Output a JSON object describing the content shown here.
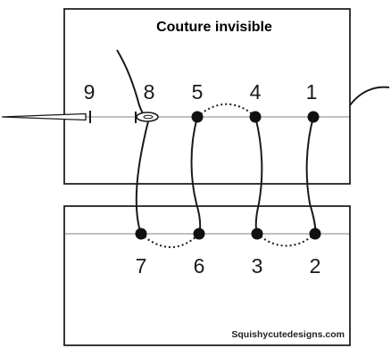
{
  "diagram": {
    "title": "Couture invisible",
    "credit": "Squishycutedesigns.com",
    "labels": {
      "top": [
        "9",
        "8",
        "5",
        "4",
        "1"
      ],
      "bottom": [
        "7",
        "6",
        "3",
        "2"
      ]
    },
    "colors": {
      "ink": "#1a1a1a",
      "fold_line": "#9a9a9a",
      "panel_border": "#222222",
      "background": "#ffffff"
    },
    "icons": [
      "needle-icon"
    ]
  }
}
